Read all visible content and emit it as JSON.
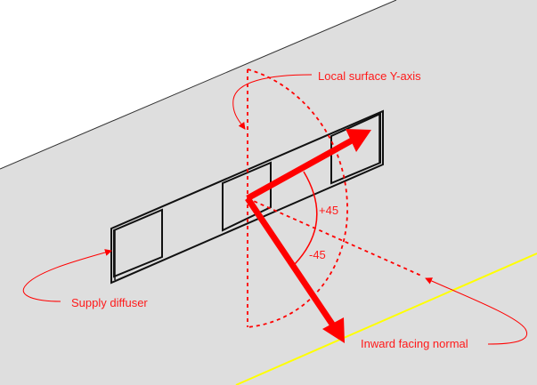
{
  "labels": {
    "y_axis": "Local surface Y-axis",
    "plus_angle": "+45",
    "minus_angle": "-45",
    "diffuser": "Supply diffuser",
    "normal": "Inward facing normal"
  },
  "colors": {
    "background": "#dedede",
    "wall_above": "#ffffff",
    "annotation": "#ff0000",
    "edge": "#111111",
    "floor_line": "#ffff00"
  }
}
